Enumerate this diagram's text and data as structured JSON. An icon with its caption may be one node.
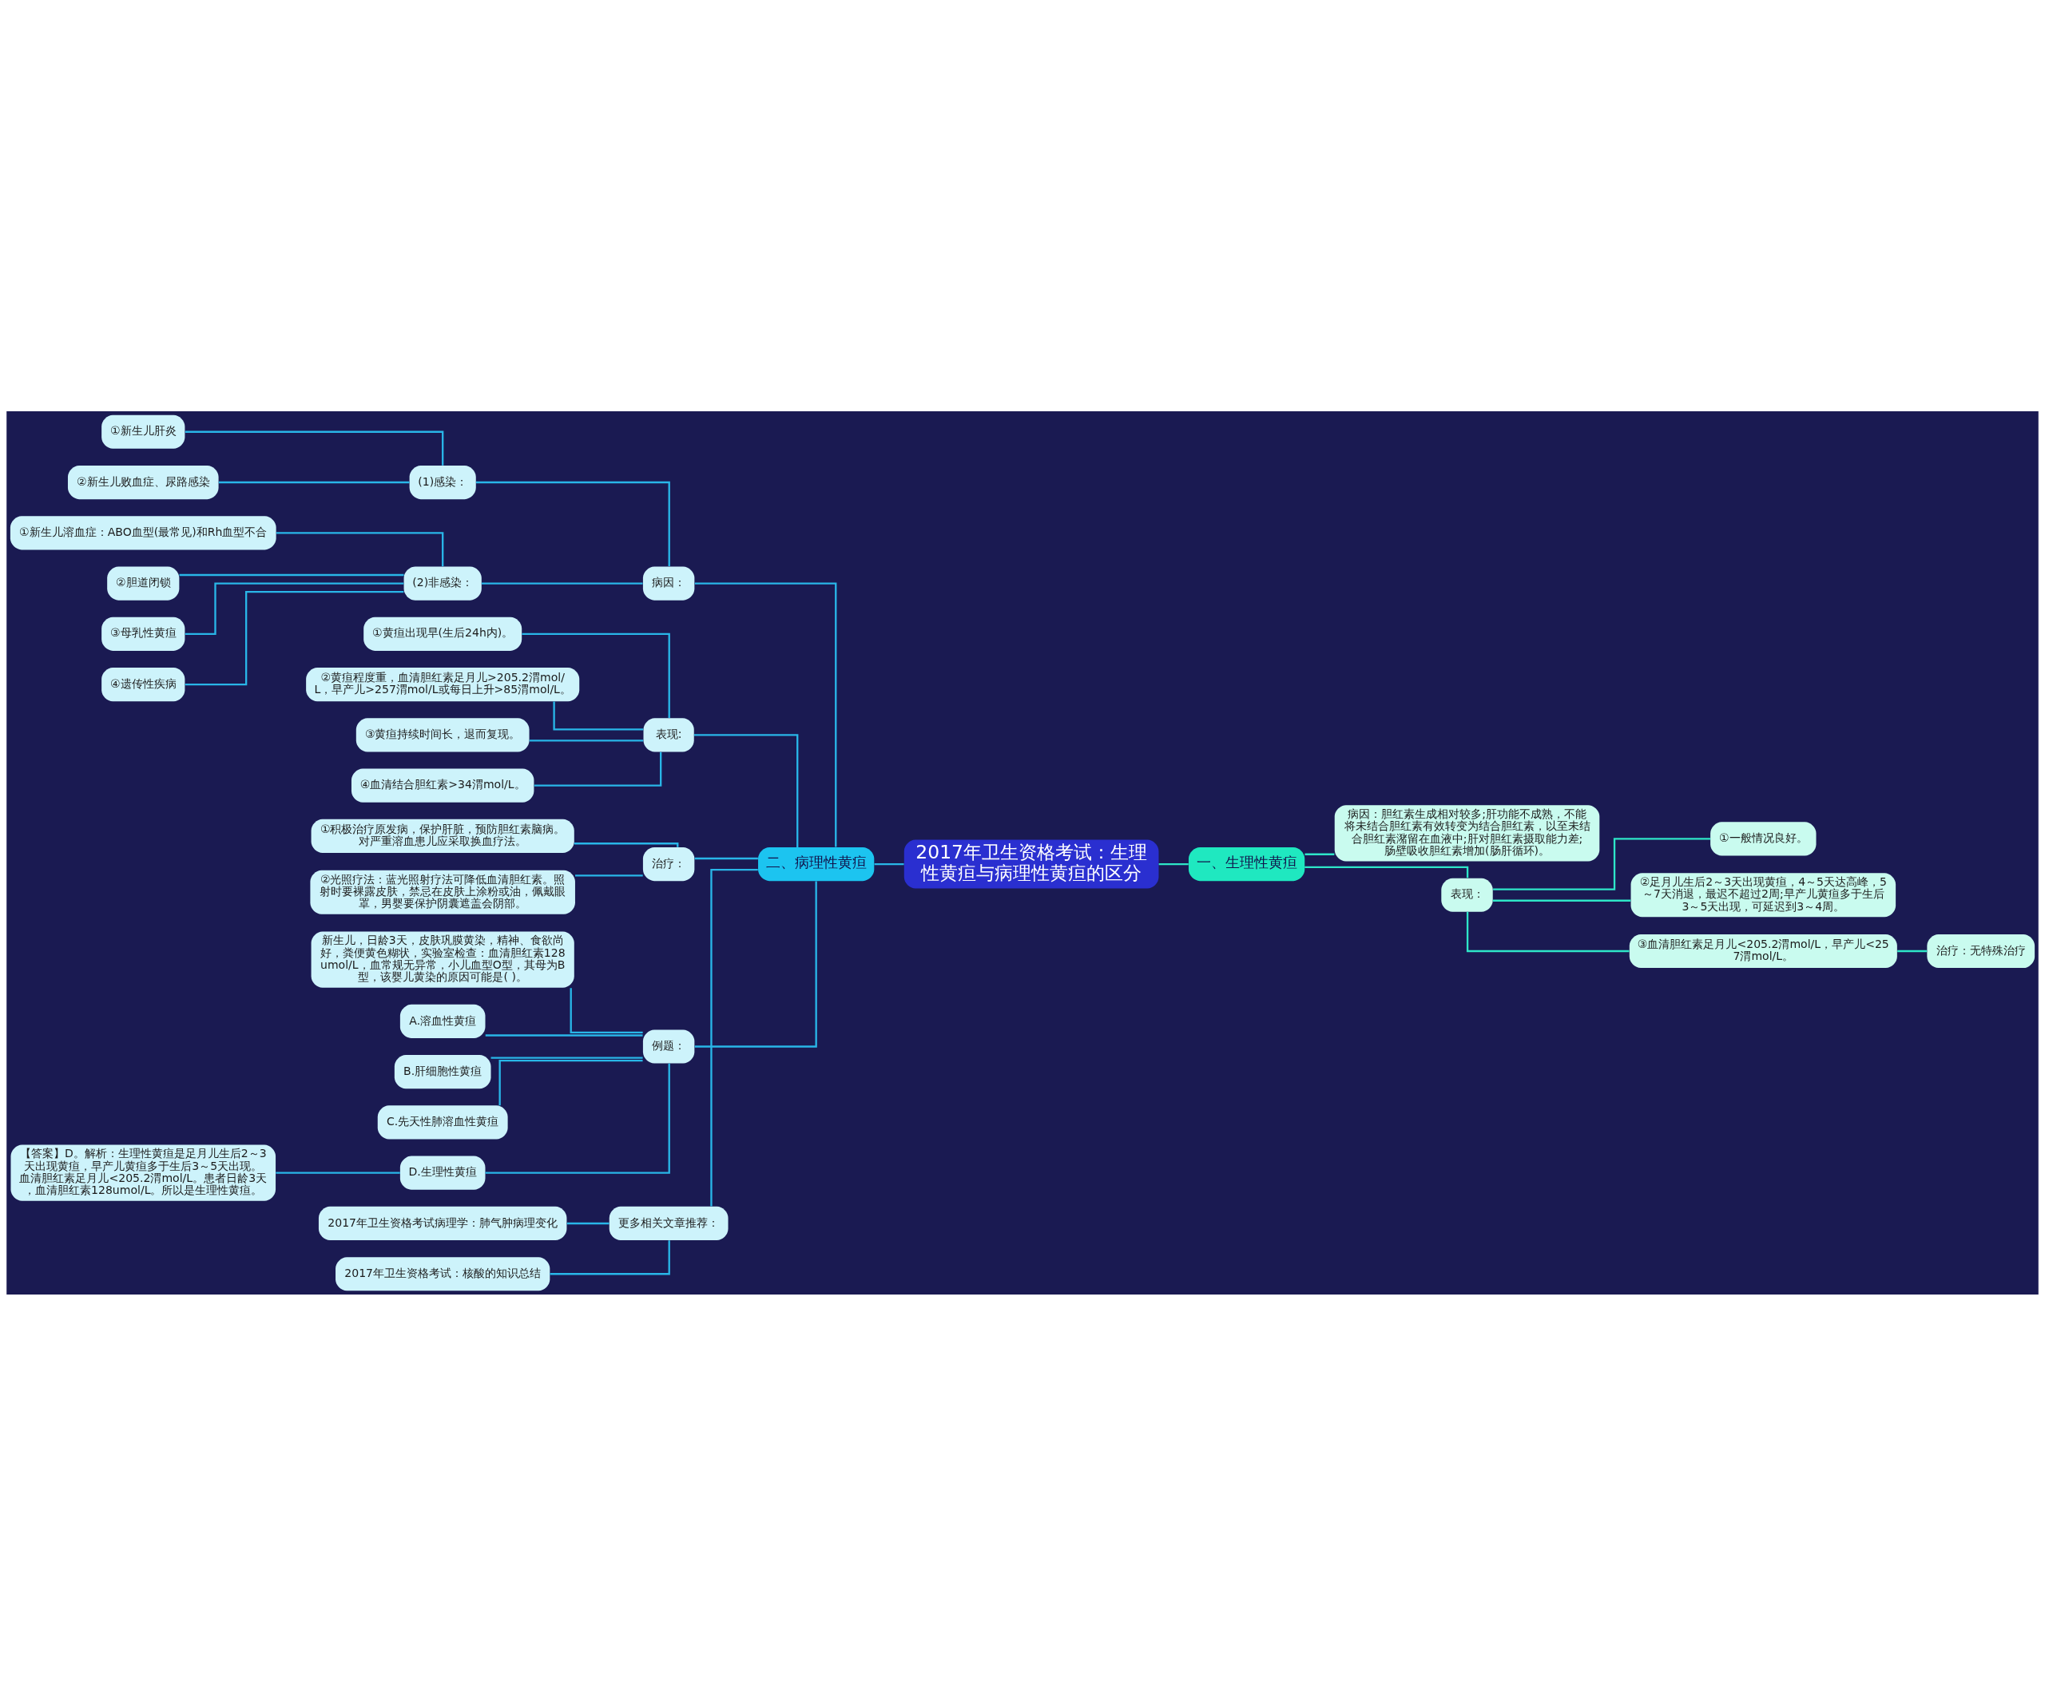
{
  "diagram": {
    "nodes": [
      {
        "text": [
          "2017年卫生资格考试：生理性黄疸与病理性黄疸的区分"
        ]
      },
      {
        "text": [
          "一、生理性黄疸"
        ]
      },
      {
        "text": [
          "病因：胆红素生成相对较多;肝功能不成熟，不能将未结合胆红素有效转变为结合胆红素，以至未结合胆红素潴留在血液中;肝对胆红素摄取能力差;肠壁吸收胆红素增加(肠肝循环)。"
        ]
      },
      {
        "text": [
          "表现："
        ]
      },
      {
        "text": [
          "①一般情况良好。"
        ]
      },
      {
        "text": [
          "②足月儿生后2～3天出现黄疸，4～5天达高峰，5～7天消退，最迟不超过2周;早产儿黄疸多于生后3～5天出现，可延迟到3～4周。"
        ]
      },
      {
        "text": [
          "③血清胆红素足月儿<205.2渭mol/L，早产儿<257渭mol/L。"
        ]
      },
      {
        "text": [
          "治疗：无特殊治疗"
        ]
      },
      {
        "text": [
          "二、病理性黄疸"
        ]
      },
      {
        "text": [
          "病因："
        ]
      },
      {
        "text": [
          "(1)感染："
        ]
      },
      {
        "text": [
          "①新生儿肝炎"
        ]
      },
      {
        "text": [
          "②新生儿败血症、尿路感染"
        ]
      },
      {
        "text": [
          "(2)非感染："
        ]
      },
      {
        "text": [
          "①新生儿溶血症：ABO血型(最常见)和Rh血型不合"
        ]
      },
      {
        "text": [
          "②胆道闭锁"
        ]
      },
      {
        "text": [
          "③母乳性黄疸"
        ]
      },
      {
        "text": [
          "④遗传性疾病"
        ]
      },
      {
        "text": [
          "表现:"
        ]
      },
      {
        "text": [
          "①黄疸出现早(生后24h内)。"
        ]
      },
      {
        "text": [
          "②黄疸程度重，血清胆红素足月儿>205.2渭mol/L，早产儿>257渭mol/L或每日上升>85渭mol/L。"
        ]
      },
      {
        "text": [
          "③黄疸持续时间长，退而复现。"
        ]
      },
      {
        "text": [
          "④血清结合胆红素>34渭mol/L。"
        ]
      },
      {
        "text": [
          "治疗："
        ]
      },
      {
        "text": [
          "①积极治疗原发病，保护肝脏，预防胆红素脑病。对严重溶血患儿应采取换血疗法。"
        ]
      },
      {
        "text": [
          "②光照疗法：蓝光照射疗法可降低血清胆红素。照射时要裸露皮肤，禁忌在皮肤上涂粉或油，佩戴眼罩，男婴要保护阴囊遮盖会阴部。"
        ]
      },
      {
        "text": [
          "例题："
        ]
      },
      {
        "text": [
          "新生儿，日龄3天，皮肤巩膜黄染，精神、食欲尚好，粪便黄色糊状，实验室检查：血清胆红素128umol/L，血常规无异常，小儿血型O型，其母为B型，该婴儿黄染的原因可能是( )。"
        ]
      },
      {
        "text": [
          "A.溶血性黄疸"
        ]
      },
      {
        "text": [
          "B.肝细胞性黄疸"
        ]
      },
      {
        "text": [
          "C.先天性肺溶血性黄疸"
        ]
      },
      {
        "text": [
          "D.生理性黄疸"
        ]
      },
      {
        "text": [
          "【答案】D。解析：生理性黄疸是足月儿生后2～3天出现黄疸，早产儿黄疸多于生后3～5天出现。血清胆红素足月儿<205.2渭mol/L。患者日龄3天，血清胆红素128umol/L。所以是生理性黄疸。"
        ]
      },
      {
        "text": [
          "更多相关文章推荐："
        ]
      },
      {
        "text": [
          "2017年卫生资格考试病理学：肺气肿病理变化"
        ]
      },
      {
        "text": [
          "2017年卫生资格考试：核酸的知识总结"
        ]
      }
    ],
    "edges": [
      {
        "from": 0,
        "to": 1,
        "arrow": "none",
        "color": "#2ee6c8"
      },
      {
        "from": 1,
        "to": 2,
        "arrow": "none",
        "color": "#2ee6c8"
      },
      {
        "from": 1,
        "to": 3,
        "arrow": "none",
        "color": "#2ee6c8"
      },
      {
        "from": 3,
        "to": 4,
        "arrow": "none",
        "color": "#2ee6c8"
      },
      {
        "from": 3,
        "to": 5,
        "arrow": "none",
        "color": "#2ee6c8"
      },
      {
        "from": 3,
        "to": 6,
        "arrow": "none",
        "color": "#2ee6c8"
      },
      {
        "from": 6,
        "to": 7,
        "arrow": "none",
        "color": "#2ee6c8"
      },
      {
        "from": 0,
        "to": 8,
        "arrow": "none"
      },
      {
        "from": 8,
        "to": 9,
        "arrow": "none"
      },
      {
        "from": 9,
        "to": 10,
        "arrow": "none"
      },
      {
        "from": 10,
        "to": 11,
        "arrow": "none"
      },
      {
        "from": 10,
        "to": 12,
        "arrow": "none"
      },
      {
        "from": 9,
        "to": 13,
        "arrow": "none"
      },
      {
        "from": 13,
        "to": 14,
        "arrow": "none"
      },
      {
        "from": 13,
        "to": 15,
        "arrow": "none"
      },
      {
        "from": 13,
        "to": 16,
        "arrow": "none"
      },
      {
        "from": 13,
        "to": 17,
        "arrow": "none"
      },
      {
        "from": 8,
        "to": 18,
        "arrow": "none"
      },
      {
        "from": 18,
        "to": 19,
        "arrow": "none"
      },
      {
        "from": 18,
        "to": 20,
        "arrow": "none"
      },
      {
        "from": 18,
        "to": 21,
        "arrow": "none"
      },
      {
        "from": 18,
        "to": 22,
        "arrow": "none"
      },
      {
        "from": 8,
        "to": 23,
        "arrow": "none"
      },
      {
        "from": 23,
        "to": 24,
        "arrow": "none"
      },
      {
        "from": 23,
        "to": 25,
        "arrow": "none"
      },
      {
        "from": 8,
        "to": 26,
        "arrow": "none"
      },
      {
        "from": 26,
        "to": 27,
        "arrow": "none"
      },
      {
        "from": 26,
        "to": 28,
        "arrow": "none"
      },
      {
        "from": 26,
        "to": 29,
        "arrow": "none"
      },
      {
        "from": 26,
        "to": 30,
        "arrow": "none"
      },
      {
        "from": 26,
        "to": 31,
        "arrow": "none"
      },
      {
        "from": 31,
        "to": 32,
        "arrow": "none"
      },
      {
        "from": 8,
        "to": 33,
        "arrow": "none"
      },
      {
        "from": 33,
        "to": 34,
        "arrow": "none"
      },
      {
        "from": 33,
        "to": 35,
        "arrow": "none"
      }
    ]
  }
}
